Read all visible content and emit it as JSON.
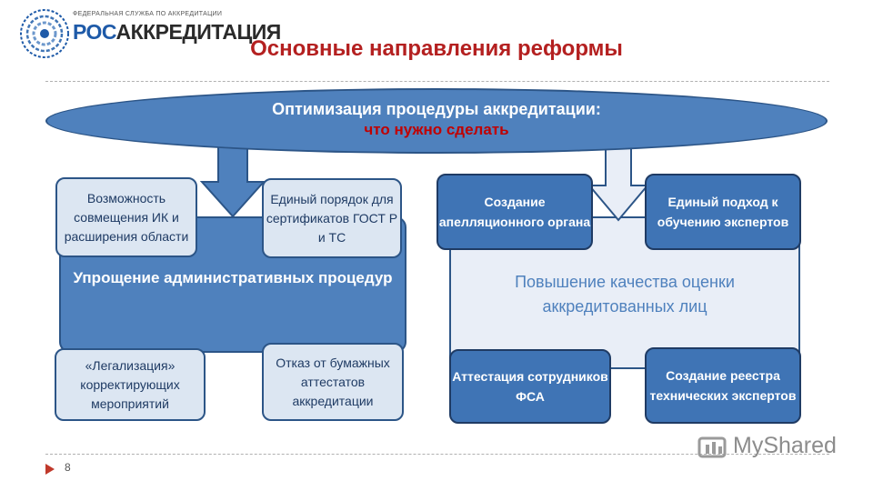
{
  "header": {
    "logo_subtitle": "ФЕДЕРАЛЬНАЯ СЛУЖБА ПО АККРЕДИТАЦИИ",
    "logo_name_accent": "РОС",
    "logo_name_rest": "АККРЕДИТАЦИЯ",
    "title": "Основные направления реформы"
  },
  "ellipse": {
    "title": "Оптимизация процедуры аккредитации:",
    "subtitle": "что нужно сделать"
  },
  "left_group": {
    "label": "Упрощение административных процедур",
    "boxes": [
      "Возможность совмещения ИК и расширения области",
      "Единый порядок для сертификатов ГОСТ Р и ТС",
      "«Легализация» корректирующих мероприятий",
      "Отказ от бумажных аттестатов аккредитации"
    ]
  },
  "right_group": {
    "label": "Повышение качества оценки аккредитованных лиц",
    "boxes": [
      "Создание апелляционного органа",
      "Единый подход к обучению экспертов",
      "Аттестация сотрудников ФСА",
      "Создание реестра технических экспертов"
    ]
  },
  "footer": {
    "page_number": "8",
    "watermark": "MyShared"
  },
  "colors": {
    "title_red": "#b42020",
    "primary_blue": "#4f81bd",
    "dark_blue": "#2c5587",
    "light_blue": "#dce6f2"
  }
}
